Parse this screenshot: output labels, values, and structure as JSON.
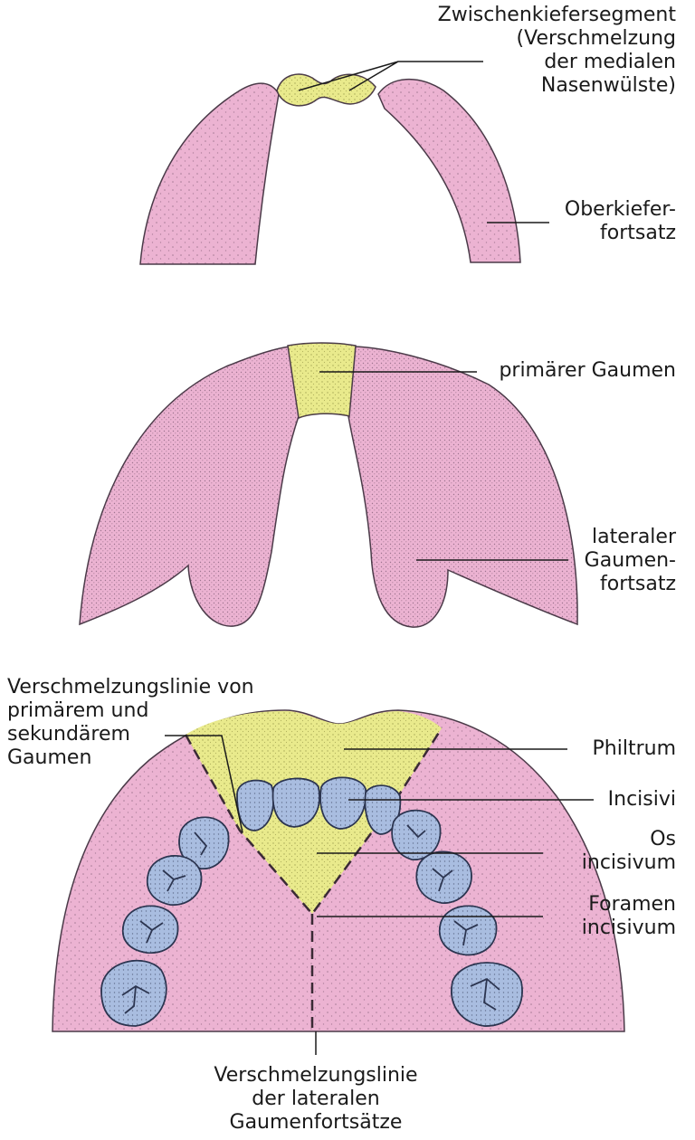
{
  "labels": {
    "zwischenkiefer": [
      "Zwischenkiefersegment",
      "(Verschmelzung",
      "der medialen",
      "Nasenwülste)"
    ],
    "oberkiefer": [
      "Oberkiefer-",
      "fortsatz"
    ],
    "primaerer_gaumen": [
      "primärer  Gaumen"
    ],
    "lateraler_gaumen": [
      "lateraler",
      "Gaumen-",
      "fortsatz"
    ],
    "verschmelzung_primaer": [
      "Verschmelzungslinie von",
      "primärem und",
      "sekundärem",
      "Gaumen"
    ],
    "philtrum": [
      "Philtrum"
    ],
    "incisivi": [
      "Incisivi"
    ],
    "os_incisivum": [
      "Os",
      "incisivum"
    ],
    "foramen_incisivum": [
      "Foramen",
      "incisivum"
    ],
    "verschmelzung_lateral": [
      "Verschmelzungslinie",
      "der lateralen",
      "Gaumenfortsätze"
    ]
  },
  "colors": {
    "tissue_pink": "#ecb3d2",
    "tissue_edge": "#4a3a48",
    "fusion_yellow": "#e9ea8c",
    "tooth_blue": "#a9bde0",
    "tooth_edge": "#2c3550",
    "leader": "#1a1a1a"
  }
}
